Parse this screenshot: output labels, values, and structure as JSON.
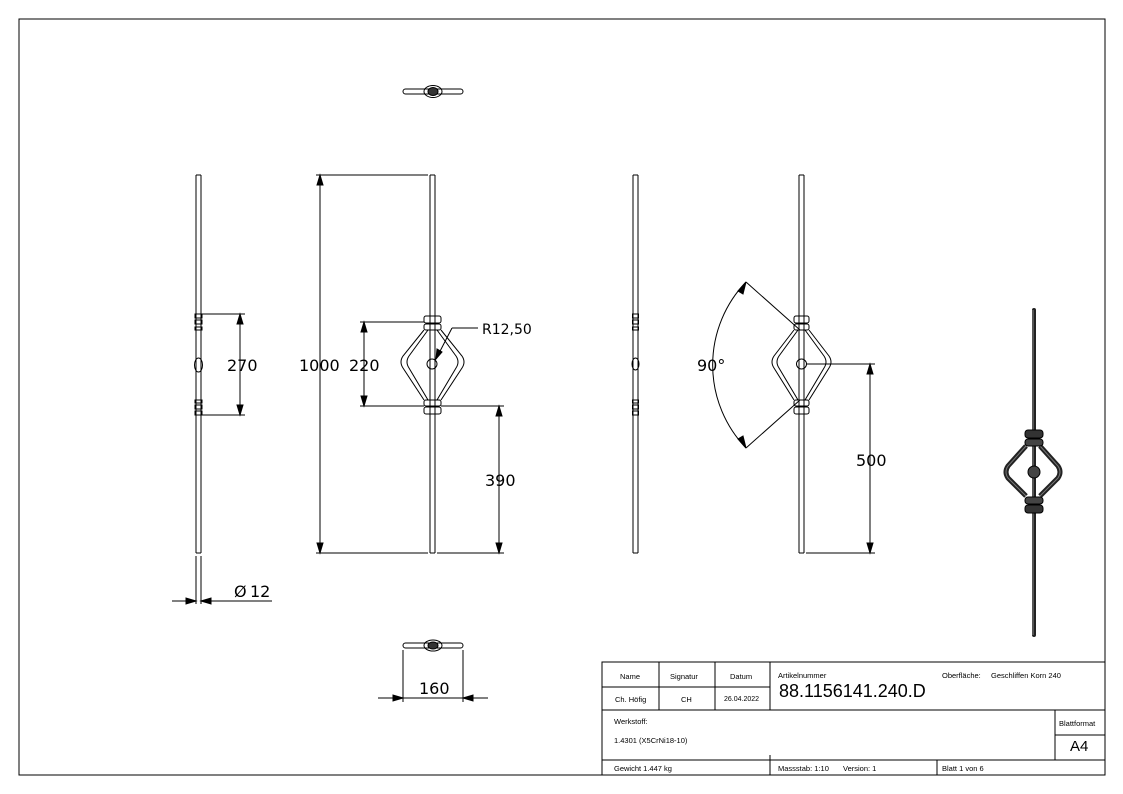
{
  "drawing": {
    "dimensions": {
      "height_total": "1000",
      "height_ornament": "220",
      "side_ornament": "270",
      "lower_section": "390",
      "ball_height": "500",
      "radius": "R12,50",
      "angle": "90°",
      "diameter": "12",
      "width": "160"
    }
  },
  "title_block": {
    "headers": {
      "name": "Name",
      "signature": "Signatur",
      "date": "Datum",
      "article_label": "Artikelnummer"
    },
    "values": {
      "name": "Ch. Höfig",
      "signature": "CH",
      "date": "26.04.2022",
      "article_number": "88.1156141.240.D"
    },
    "surface_label": "Oberfläche:",
    "surface_value": "Geschliffen Korn 240",
    "material_label": "Werkstoff:",
    "material_value": "1.4301 (X5CrNi18-10)",
    "sheet_format_label": "Blattformat",
    "sheet_format_value": "A4",
    "weight": "Gewicht 1.447 kg",
    "scale": "Massstab: 1:10",
    "version": "Version: 1",
    "sheet_of": "Blatt 1 von 6"
  }
}
